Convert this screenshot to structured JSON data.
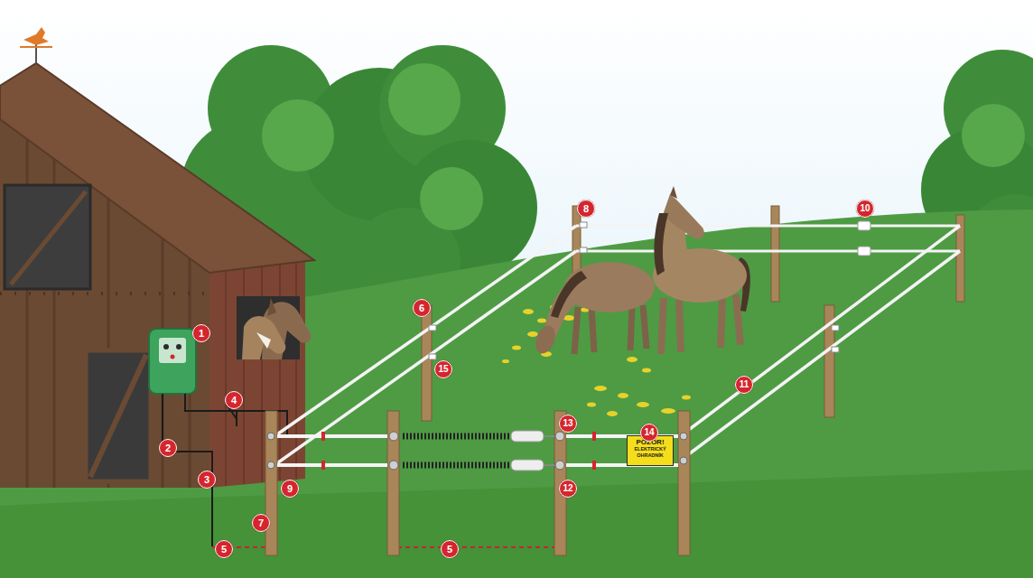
{
  "diagram": {
    "nodes": [
      {
        "text": [
          "POZOR!",
          "ELEKTRICKÝ OHRADNÍK"
        ]
      }
    ],
    "labels": [
      "1",
      "2",
      "3",
      "4",
      "5",
      "5",
      "6",
      "7",
      "8",
      "9",
      "10",
      "11",
      "12",
      "13",
      "14",
      "15"
    ]
  }
}
